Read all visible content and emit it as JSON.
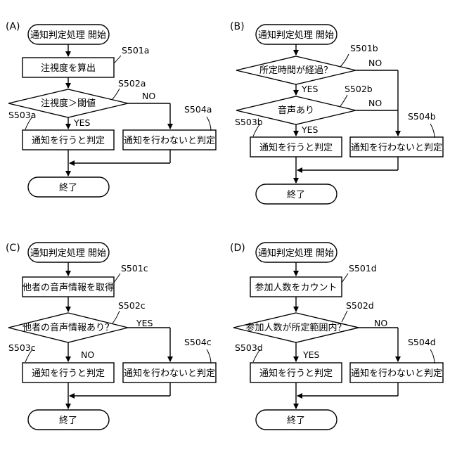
{
  "panels": {
    "A": {
      "label": "(A)",
      "start": "通知判定処理 開始",
      "end": "終了",
      "steps": {
        "s501": {
          "id": "S501a",
          "text": "注視度を算出"
        },
        "s502": {
          "id": "S502a",
          "text": "注視度＞閾値"
        },
        "s503": {
          "id": "S503a",
          "text": "通知を行うと判定"
        },
        "s504": {
          "id": "S504a",
          "text": "通知を行わないと判定"
        }
      },
      "branches": {
        "yes": "YES",
        "no": "NO"
      }
    },
    "B": {
      "label": "(B)",
      "start": "通知判定処理 開始",
      "end": "終了",
      "steps": {
        "s501": {
          "id": "S501b",
          "text": "所定時間が経過？"
        },
        "s502": {
          "id": "S502b",
          "text": "音声あり"
        },
        "s503": {
          "id": "S503b",
          "text": "通知を行うと判定"
        },
        "s504": {
          "id": "S504b",
          "text": "通知を行わないと判定"
        }
      },
      "branches": {
        "yes1": "YES",
        "no1": "NO",
        "yes2": "YES",
        "no2": "NO"
      }
    },
    "C": {
      "label": "(C)",
      "start": "通知判定処理 開始",
      "end": "終了",
      "steps": {
        "s501": {
          "id": "S501c",
          "text": "他者の音声情報を取得"
        },
        "s502": {
          "id": "S502c",
          "text": "他者の音声情報あり？"
        },
        "s503": {
          "id": "S503c",
          "text": "通知を行うと判定"
        },
        "s504": {
          "id": "S504c",
          "text": "通知を行わないと判定"
        }
      },
      "branches": {
        "yes": "YES",
        "no": "NO"
      }
    },
    "D": {
      "label": "(D)",
      "start": "通知判定処理 開始",
      "end": "終了",
      "steps": {
        "s501": {
          "id": "S501d",
          "text": "参加人数をカウント"
        },
        "s502": {
          "id": "S502d",
          "text": "参加人数が所定範囲内？"
        },
        "s503": {
          "id": "S503d",
          "text": "通知を行うと判定"
        },
        "s504": {
          "id": "S504d",
          "text": "通知を行わないと判定"
        }
      },
      "branches": {
        "yes": "YES",
        "no": "NO"
      }
    }
  }
}
